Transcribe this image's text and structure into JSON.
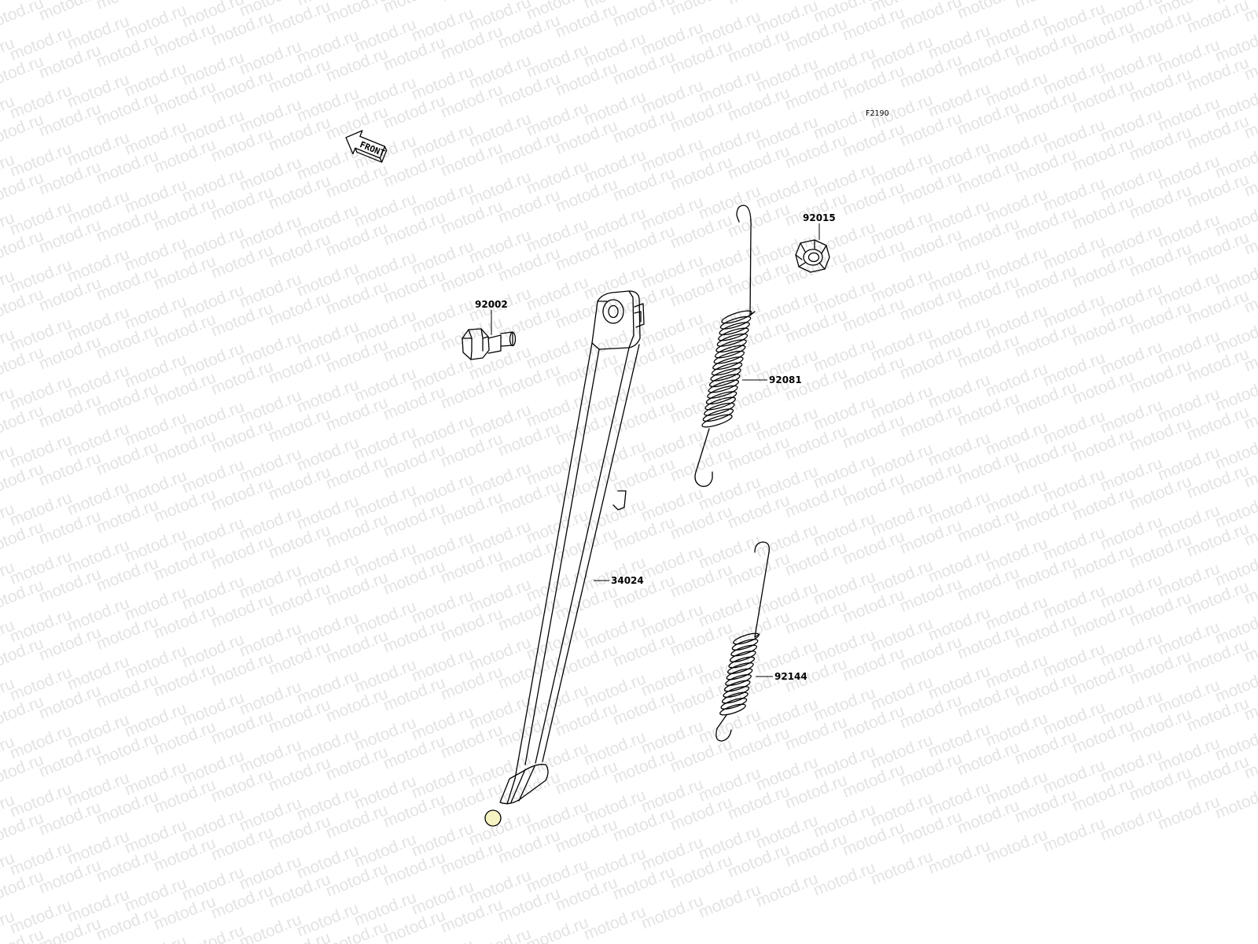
{
  "diagram_code": "F2190",
  "watermark": "motod.ru",
  "front_label": "FRONT",
  "parts": [
    {
      "id": "92015",
      "label": "92015"
    },
    {
      "id": "92002",
      "label": "92002"
    },
    {
      "id": "92081",
      "label": "92081"
    },
    {
      "id": "34024",
      "label": "34024"
    },
    {
      "id": "92144",
      "label": "92144"
    }
  ],
  "colors": {
    "line": "#000000",
    "highlight": "#f6f3c2",
    "watermark": "#e3e3e3"
  }
}
